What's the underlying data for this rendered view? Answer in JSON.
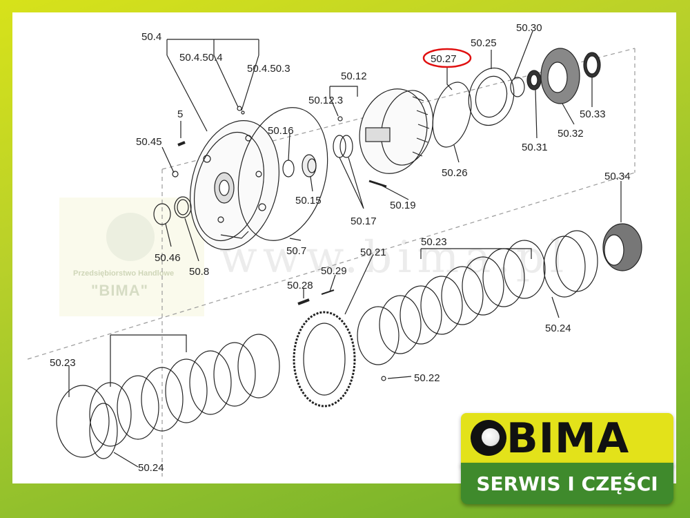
{
  "labels": {
    "l50_4": "50.4",
    "l50_4_50_4": "50.4.50.4",
    "l50_4_50_3": "50.4.50.3",
    "l5": "5",
    "l50_45": "50.45",
    "l50_16": "50.16",
    "l50_12": "50.12",
    "l50_12_3": "50.12.3",
    "l50_27": "50.27",
    "l50_25": "50.25",
    "l50_30": "50.30",
    "l50_33": "50.33",
    "l50_32": "50.32",
    "l50_31": "50.31",
    "l50_26": "50.26",
    "l50_15": "50.15",
    "l50_17": "50.17",
    "l50_19": "50.19",
    "l50_46": "50.46",
    "l50_8": "50.8",
    "l50_7": "50.7",
    "l50_34": "50.34",
    "l50_23a": "50.23",
    "l50_21": "50.21",
    "l50_29": "50.29",
    "l50_28": "50.28",
    "l50_24a": "50.24",
    "l50_22": "50.22",
    "l50_23b": "50.23",
    "l50_24b": "50.24"
  },
  "watermark": {
    "company": "Przedsiębiorstwo Handlowe",
    "name": "\"BIMA\"",
    "url": "www.bima.pl"
  },
  "logo": {
    "brand": "BIMA",
    "tagline": "SERWIS I CZĘŚCI"
  },
  "colors": {
    "frame": "#8fbf2c",
    "logo_yellow": "#e3e21a",
    "logo_green": "#3f8a2c",
    "highlight": "#e01010"
  }
}
